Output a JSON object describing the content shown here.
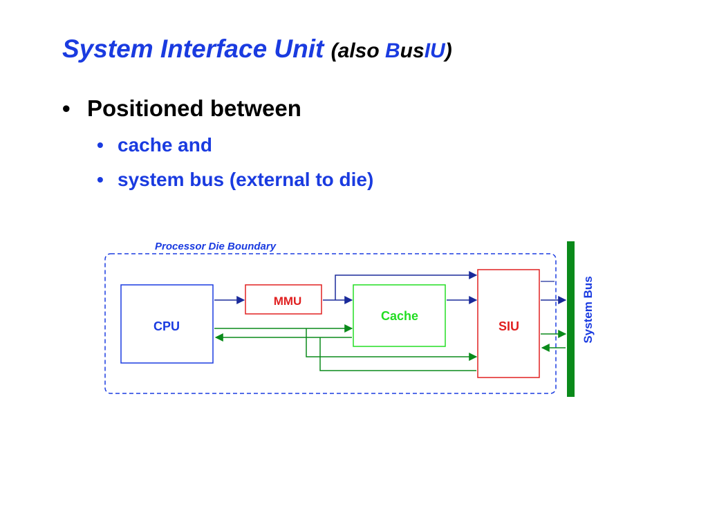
{
  "slide": {
    "title_main": "System Interface Unit",
    "title_paren_open": "(also ",
    "title_B": "B",
    "title_us": "us",
    "title_IU": "IU",
    "title_paren_close": ")",
    "bullets": [
      {
        "text": "Positioned between",
        "children": [
          "cache and",
          "system bus (external to die)"
        ]
      }
    ],
    "bullet_glyph": "•"
  },
  "diagram": {
    "boundary_label": "Processor Die Boundary",
    "blocks": {
      "cpu": "CPU",
      "mmu": "MMU",
      "cache": "Cache",
      "siu": "SIU"
    },
    "bus_label": "System Bus",
    "colors": {
      "boundary": "#1a3be0",
      "cpu": "#1a3be0",
      "mmu": "#e02020",
      "cache": "#22dd22",
      "siu": "#e02020",
      "bus": "#0a8a1a",
      "blue_arrow": "#1a2a9a",
      "green_arrow": "#0a8a1a"
    }
  }
}
